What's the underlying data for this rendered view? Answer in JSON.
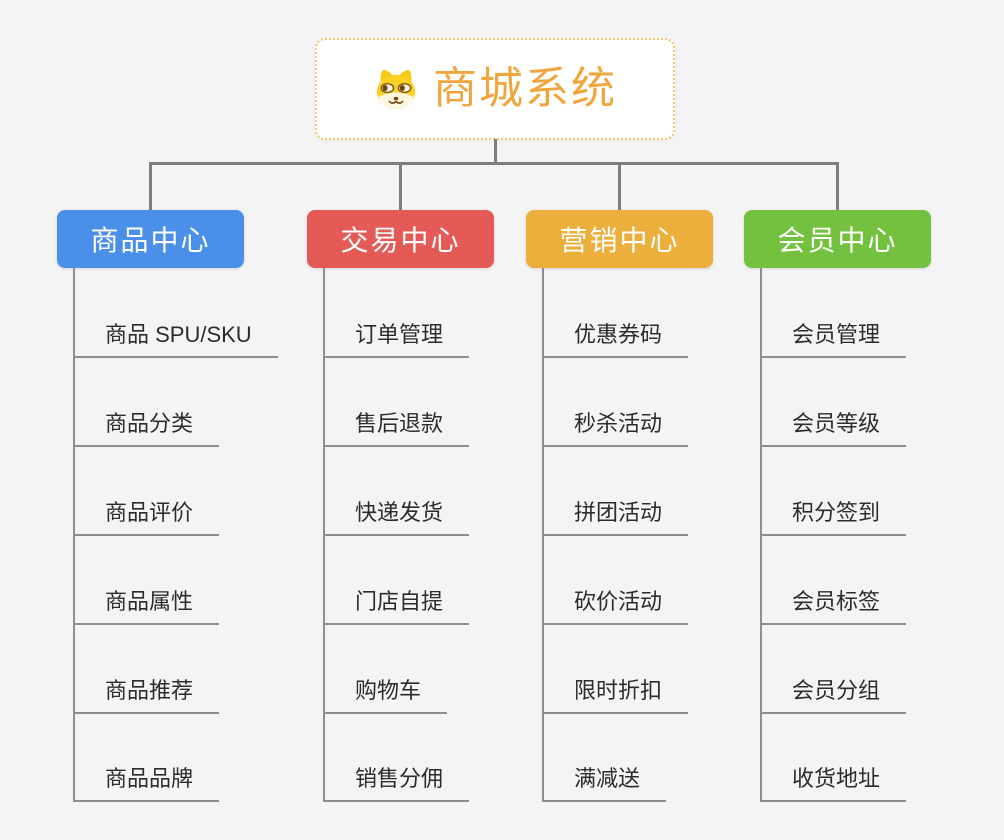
{
  "root": {
    "title": "商城系统",
    "icon": "dog-face-icon",
    "accent_color": "#f0a63c",
    "border_color": "#f2c46d"
  },
  "connector_color": "#7e7e7e",
  "branches": [
    {
      "label": "商品中心",
      "color": "#4b90e8",
      "items": [
        "商品 SPU/SKU",
        "商品分类",
        "商品评价",
        "商品属性",
        "商品推荐",
        "商品品牌"
      ]
    },
    {
      "label": "交易中心",
      "color": "#e45a57",
      "items": [
        "订单管理",
        "售后退款",
        "快递发货",
        "门店自提",
        "购物车",
        "销售分佣"
      ]
    },
    {
      "label": "营销中心",
      "color": "#edaf3b",
      "items": [
        "优惠券码",
        "秒杀活动",
        "拼团活动",
        "砍价活动",
        "限时折扣",
        "满减送"
      ]
    },
    {
      "label": "会员中心",
      "color": "#74c13f",
      "items": [
        "会员管理",
        "会员等级",
        "积分签到",
        "会员标签",
        "会员分组",
        "收货地址"
      ]
    }
  ]
}
